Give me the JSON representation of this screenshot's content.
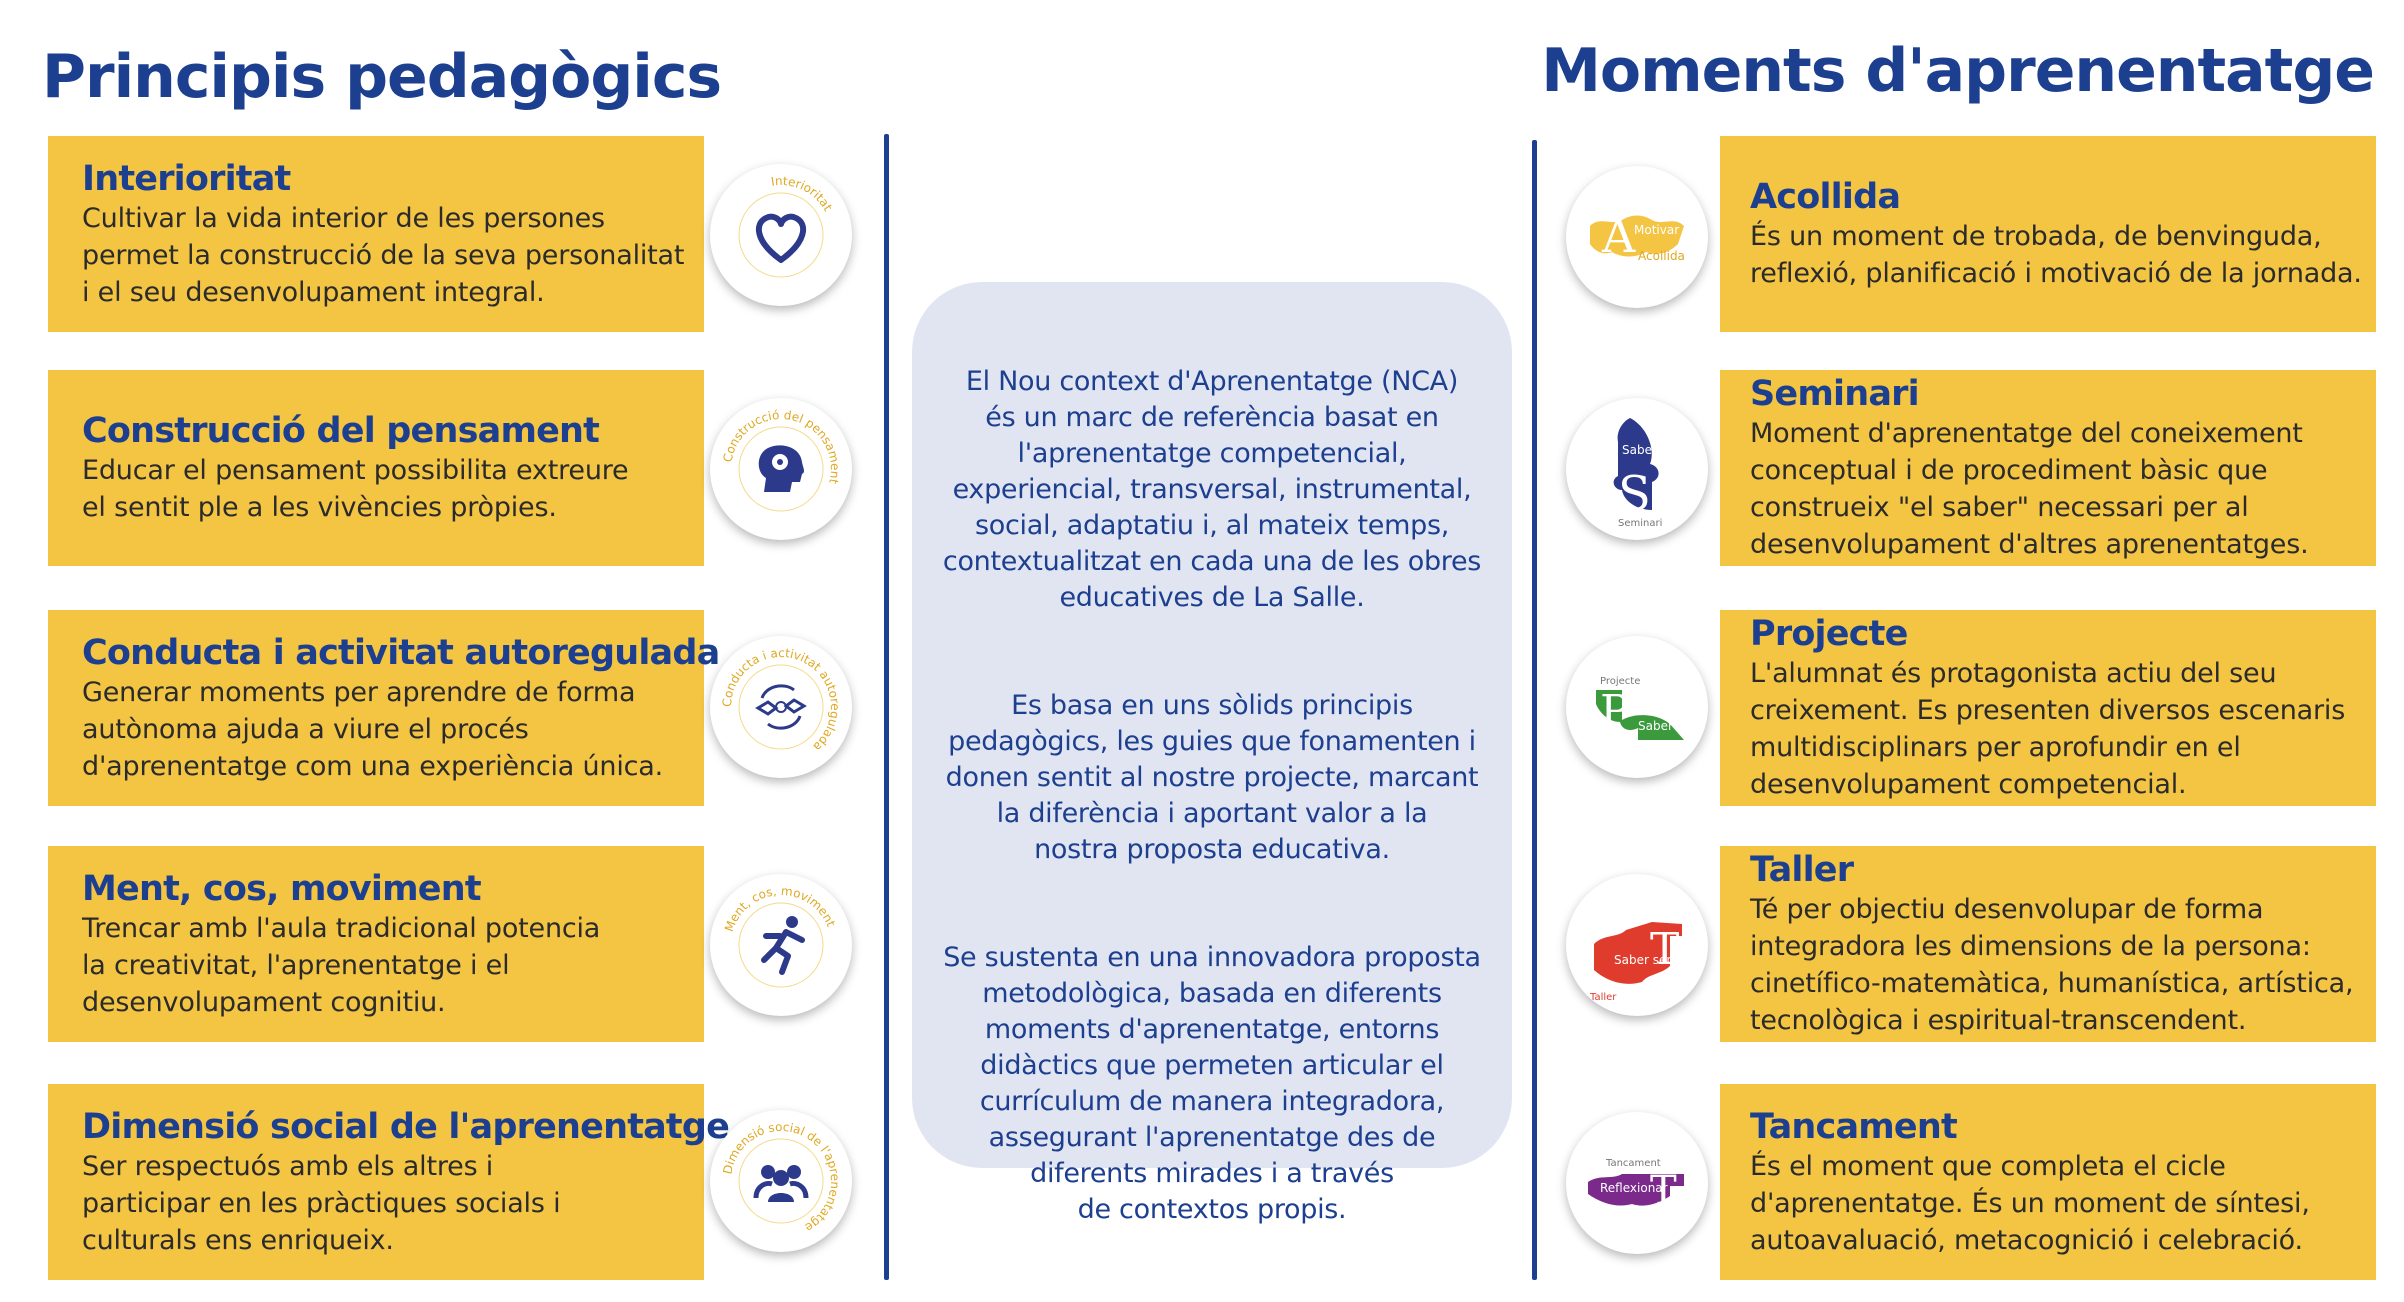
{
  "colors": {
    "navy": "#1d3f8f",
    "yellow": "#f4c443",
    "center_bg": "#e1e5f2",
    "orange_ring": "#e0a822"
  },
  "left": {
    "title": "Principis pedagògics",
    "items": [
      {
        "heading": "Interioritat",
        "text": "Cultivar la vida interior de les persones\npermet la construcció de la seva personalitat\ni el seu desenvolupament integral.",
        "ring_label": "Interioritat",
        "icon": "heart-icon"
      },
      {
        "heading": "Construcció del pensament",
        "text": "Educar el pensament possibilita extreure\nel sentit ple a les vivències pròpies.",
        "ring_label": "Construcció del pensament",
        "icon": "head-thought-icon"
      },
      {
        "heading": "Conducta i activitat autoregulada",
        "text": "Generar moments per aprendre de forma\nautònoma ajuda a viure el procés\nd'aprenentatge com una experiència única.",
        "ring_label": "Conducta i activitat autoregulada",
        "icon": "hands-cycle-icon"
      },
      {
        "heading": "Ment, cos, moviment",
        "text": "Trencar amb l'aula tradicional potencia\nla creativitat, l'aprenentatge i el\ndesenvolupament cognitiu.",
        "ring_label": "Ment, cos, moviment",
        "icon": "running-person-icon"
      },
      {
        "heading": "Dimensió social de l'aprenentatge",
        "text": "Ser respectuós amb els altres i\nparticipar en les pràctiques socials i\nculturals ens enriqueix.",
        "ring_label": "Dimensió social de l'aprenentatge",
        "icon": "people-group-icon"
      }
    ]
  },
  "center": {
    "paragraphs": [
      "El Nou context d'Aprenentatge (NCA)\nés un marc de referència basat en\nl'aprenentatge competencial,\nexperiencial, transversal, instrumental,\nsocial, adaptatiu i, al mateix temps,\ncontextualitzat en cada una de les obres\neducatives de La Salle.",
      "Es basa en uns sòlids principis\npedagògics, les guies que fonamenten i\ndonen sentit al nostre projecte, marcant\nla diferència i aportant valor a la\nnostra proposta educativa.",
      "Se sustenta en una innovadora proposta\nmetodològica, basada en diferents\nmoments d'aprenentatge, entorns\ndidàctics que permeten articular el\ncurrículum de manera integradora,\nassegurant l'aprenentatge des de\ndiferents mirades i a través\nde contextos propis."
    ]
  },
  "right": {
    "title": "Moments d'aprenentatge",
    "items": [
      {
        "heading": "Acollida",
        "text": "És un moment de trobada, de benvinguda,\nreflexió, planificació i motivació de la jornada.",
        "icon": "puzzle-acollida-icon",
        "icon_color": "#f4c443",
        "icon_letter": "A",
        "icon_labels": [
          "Motivar",
          "Acollida"
        ]
      },
      {
        "heading": "Seminari",
        "text": "Moment d'aprenentatge del coneixement\nconceptual i de procediment bàsic que\nconstrueix \"el saber\" necessari per al\ndesenvolupament d'altres aprenentatges.",
        "icon": "puzzle-seminari-icon",
        "icon_color": "#2d3a8c",
        "icon_letter": "S",
        "icon_labels": [
          "Saber",
          "Seminari"
        ]
      },
      {
        "heading": "Projecte",
        "text": "L'alumnat és protagonista actiu del seu\ncreixement. Es presenten diversos escenaris\nmultidisciplinars per aprofundir en el\ndesenvolupament competencial.",
        "icon": "puzzle-projecte-icon",
        "icon_color": "#3a9a3c",
        "icon_letter": "P",
        "icon_labels": [
          "Projecte",
          "Saber fer"
        ]
      },
      {
        "heading": "Taller",
        "text": "Té per objectiu desenvolupar de forma\nintegradora les dimensions de la persona:\ncinetífico-matemàtica, humanística, artística,\ntecnològica i espiritual-transcendent.",
        "icon": "puzzle-taller-icon",
        "icon_color": "#e03c2e",
        "icon_letter": "T",
        "icon_labels": [
          "Saber ser",
          "Taller"
        ]
      },
      {
        "heading": "Tancament",
        "text": "És el moment que completa el cicle\nd'aprenentatge. És un moment de síntesi,\nautoavaluació, metacognició i celebració.",
        "icon": "puzzle-tancament-icon",
        "icon_color": "#7b2a8c",
        "icon_letter": "T",
        "icon_labels": [
          "Tancament",
          "Reflexionar"
        ]
      }
    ]
  }
}
